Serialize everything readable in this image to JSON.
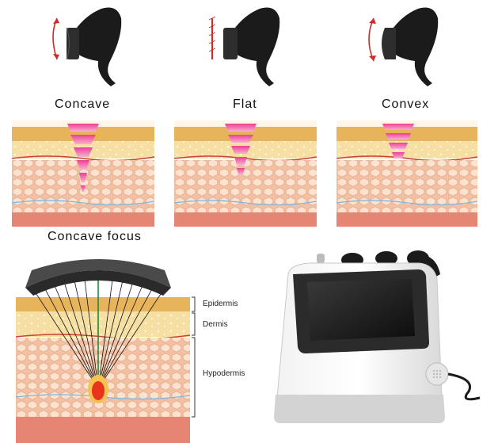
{
  "handpieces": [
    {
      "id": "concave",
      "label": "Concave"
    },
    {
      "id": "flat",
      "label": "Flat"
    },
    {
      "id": "convex",
      "label": "Convex"
    }
  ],
  "focus_section": {
    "title": "Concave focus",
    "layers": {
      "epidermis": "Epidermis",
      "dermis": "Dermis",
      "hypodermis": "Hypodermis"
    }
  },
  "colors": {
    "epidermis": "#e7b45c",
    "dermis": "#f5dc9e",
    "fat_cell": "#f8d9c4",
    "fat_bg": "#f3c2a6",
    "muscle": "#e58573",
    "beam": "#ee3f93",
    "applicator": "#1b1b1b"
  }
}
